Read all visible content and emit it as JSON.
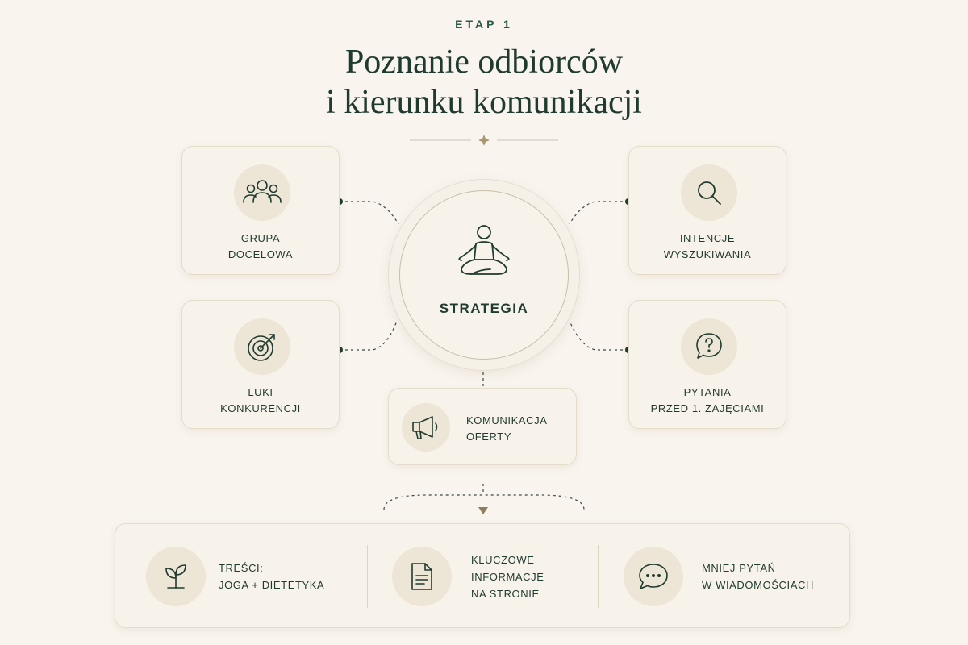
{
  "header": {
    "eyebrow": "ETAP 1",
    "title_line1": "Poznanie odbiorców",
    "title_line2": "i kierunku komunikacji"
  },
  "center": {
    "label": "STRATEGIA",
    "icon": "meditation-icon"
  },
  "tiles": [
    {
      "line1": "GRUPA",
      "line2": "DOCELOWA",
      "icon": "people-group-icon"
    },
    {
      "line1": "INTENCJE",
      "line2": "WYSZUKIWANIA",
      "icon": "search-icon"
    },
    {
      "line1": "LUKI",
      "line2": "KONKURENCJI",
      "icon": "target-icon"
    },
    {
      "line1": "PYTANIA",
      "line2": "PRZED 1. ZAJĘCIAMI",
      "icon": "question-bubble-icon"
    }
  ],
  "offer": {
    "line1": "KOMUNIKACJA",
    "line2": "OFERTY",
    "icon": "megaphone-icon"
  },
  "results": [
    {
      "line1": "TREŚCI:",
      "line2": "JOGA + DIETETYKA",
      "icon": "sprout-icon"
    },
    {
      "line1": "KLUCZOWE",
      "line2": "INFORMACJE",
      "line3": "NA STRONIE",
      "icon": "document-icon"
    },
    {
      "line1": "MNIEJ PYTAŃ",
      "line2": "W WIADOMOŚCIACH",
      "icon": "chat-bubble-icon"
    }
  ],
  "colors": {
    "background": "#f9f4ee",
    "card": "#f7f3ea",
    "icon_circle": "#ede6d7",
    "text_dark_green": "#1f3a2e",
    "accent_gold": "#a89870"
  }
}
